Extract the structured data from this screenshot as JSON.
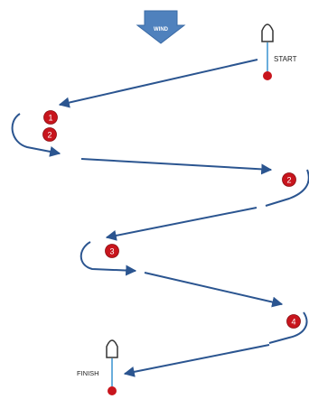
{
  "wind_label": "WIND",
  "start_label": "START",
  "finish_label": "FINISH",
  "marks": [
    {
      "label": "1"
    },
    {
      "label": "2"
    },
    {
      "label": "2"
    },
    {
      "label": "3"
    },
    {
      "label": "4"
    }
  ],
  "colors": {
    "course_line": "#2b5590",
    "wind_arrow": "#4f81bd",
    "mark": "#c8151d",
    "mark_text": "#ffffff",
    "boat": "#ffffff",
    "boat_outline": "#333333",
    "mast": "#6aaedc"
  }
}
